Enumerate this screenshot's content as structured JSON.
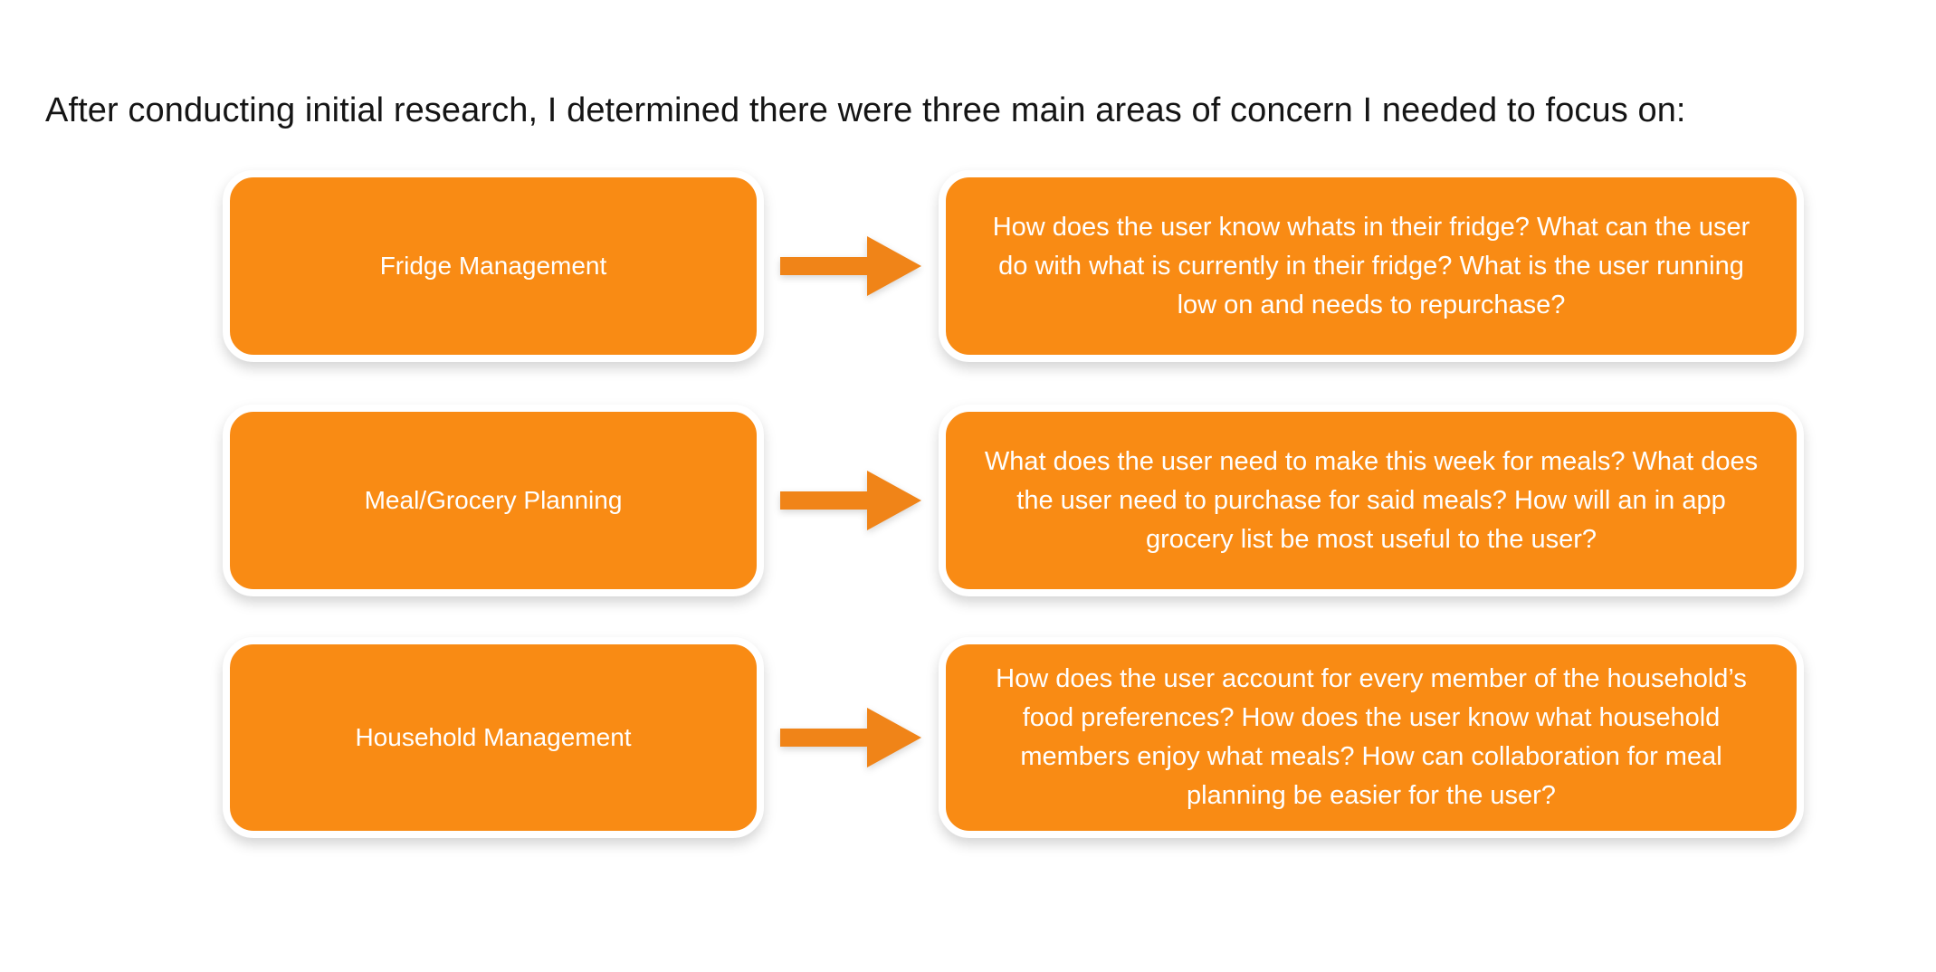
{
  "slide": {
    "background_color": "#ffffff",
    "headline": "After conducting initial research, I determined there were three main areas of concern I needed to focus on:",
    "accent_color": "#F98B14",
    "card_text_color": "#ffffff",
    "headline_color": "#151515",
    "arrow_icon_name": "arrow-right-icon"
  },
  "rows": [
    {
      "area_label": "Fridge Management",
      "questions": "How does the user know whats in their fridge? What can the user do with what is currently in their fridge? What is the user running low on and needs to repurchase?"
    },
    {
      "area_label": "Meal/Grocery Planning",
      "questions": "What does the user need to make this week for meals? What does the user need to purchase for said meals? How will an in app grocery list be most useful to the user?"
    },
    {
      "area_label": "Household Management",
      "questions": "How does the user account for every member of the household’s food preferences? How does the user know what household members enjoy what meals?  How can collaboration for meal planning be easier for the user?"
    }
  ]
}
